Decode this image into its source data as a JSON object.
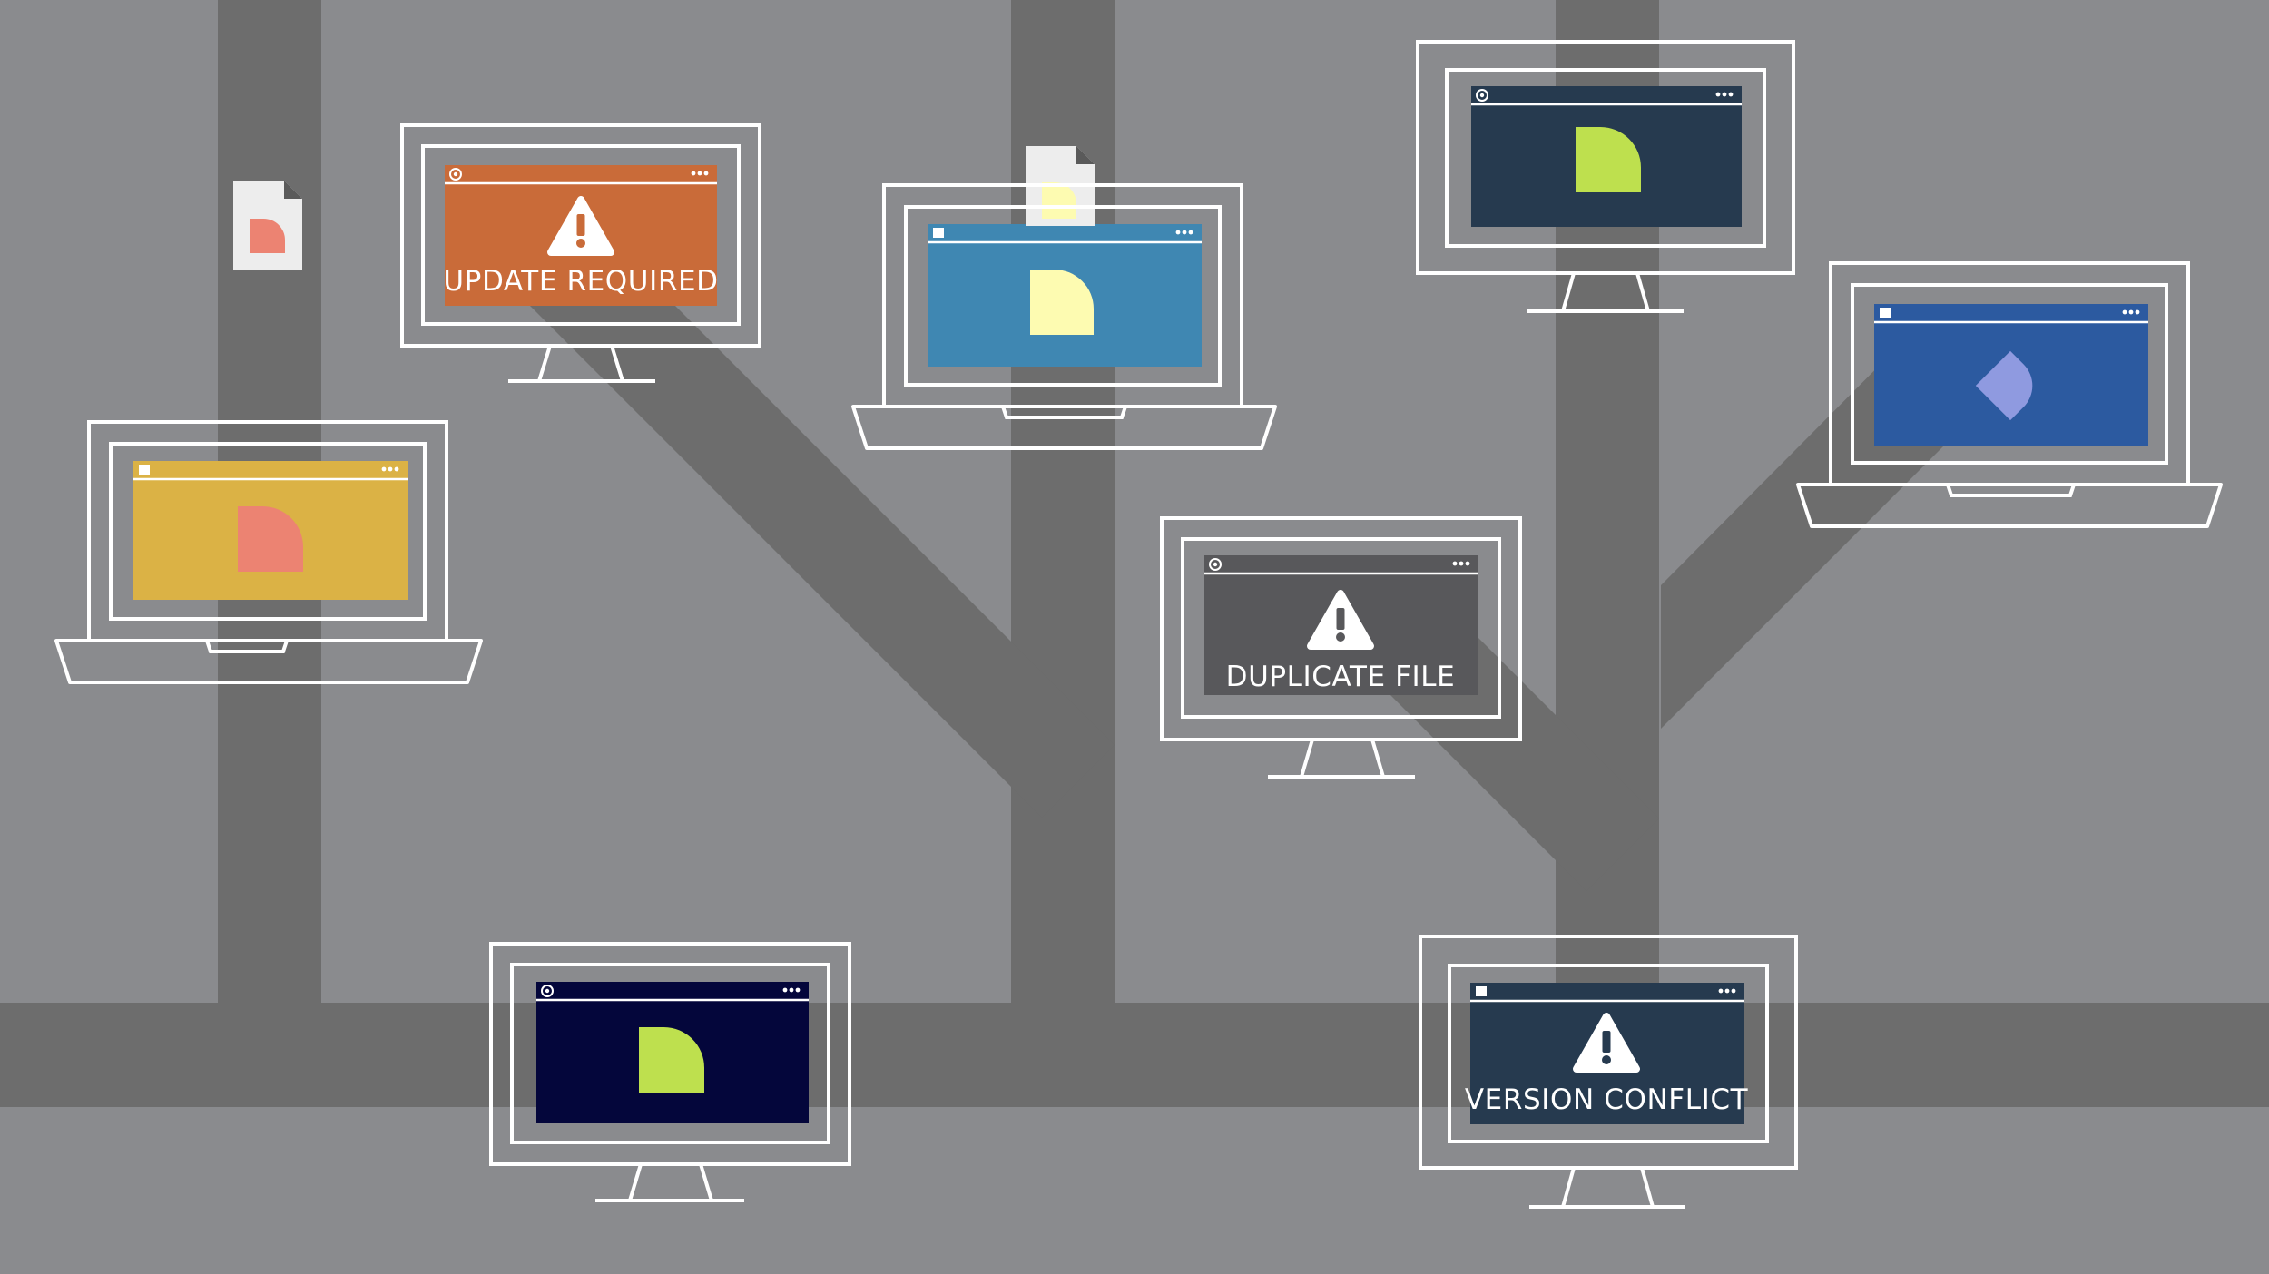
{
  "background": {
    "color": "#8a8b8e",
    "network_color": "#6d6d6d",
    "outline_color": "#ffffff"
  },
  "alerts": {
    "update_required": "UPDATE REQUIRED",
    "duplicate_file": "DUPLICATE FILE",
    "version_conflict": "VERSION CONFLICT"
  },
  "devices": [
    {
      "id": "laptop-left",
      "type": "laptop",
      "screen_color": "#dbb245",
      "content": "document",
      "doc_color": "#ec8372",
      "titlebar_icon": "square-icon"
    },
    {
      "id": "monitor-update",
      "type": "monitor",
      "screen_color": "#c96b39",
      "content": "alert",
      "alert": "update_required",
      "titlebar_icon": "circle-icon"
    },
    {
      "id": "laptop-center",
      "type": "laptop",
      "screen_color": "#3f87b2",
      "content": "document",
      "doc_color": "#fdfbb1",
      "titlebar_icon": "square-icon"
    },
    {
      "id": "monitor-top-right",
      "type": "monitor",
      "screen_color": "#263a4f",
      "content": "document",
      "doc_color": "#bee04e",
      "titlebar_icon": "circle-icon"
    },
    {
      "id": "laptop-right",
      "type": "laptop",
      "screen_color": "#2c5aa0",
      "content": "document",
      "doc_color": "#8f9ae0",
      "titlebar_icon": "square-icon"
    },
    {
      "id": "monitor-duplicate",
      "type": "monitor",
      "screen_color": "#58585b",
      "content": "alert",
      "alert": "duplicate_file",
      "titlebar_icon": "circle-icon"
    },
    {
      "id": "monitor-bottom-left",
      "type": "monitor",
      "screen_color": "#04063b",
      "content": "document",
      "doc_color": "#bee04e",
      "titlebar_icon": "circle-icon"
    },
    {
      "id": "monitor-version",
      "type": "monitor",
      "screen_color": "#263a4f",
      "content": "alert",
      "alert": "version_conflict",
      "titlebar_icon": "square-icon"
    }
  ],
  "floating_files": [
    {
      "id": "file-left",
      "paper_color": "#ededed",
      "doc_color": "#ec8372"
    },
    {
      "id": "file-center",
      "paper_color": "#ededed",
      "doc_color": "#fdfbb1"
    }
  ]
}
